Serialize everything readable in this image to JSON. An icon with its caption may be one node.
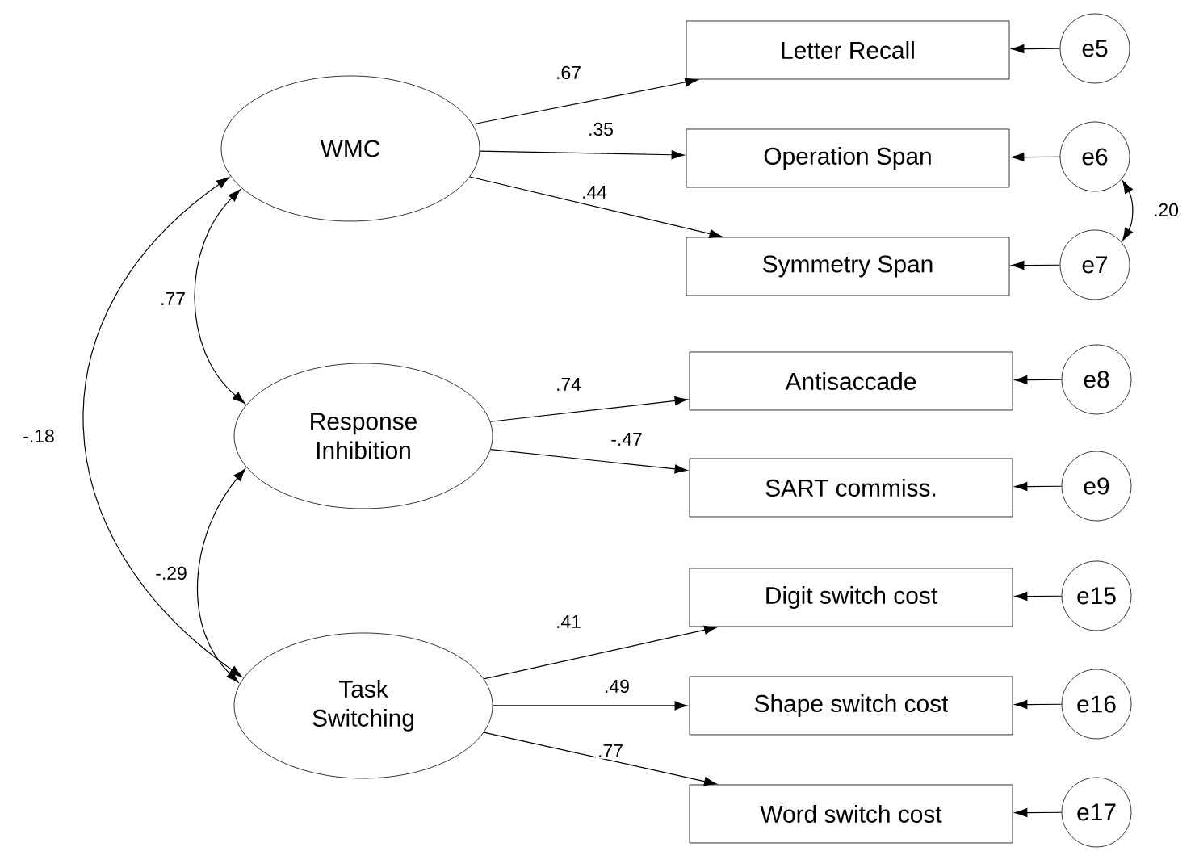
{
  "diagram": {
    "nodes": [
      {
        "text": [
          "WMC"
        ]
      },
      {
        "text": [
          "Response Inhibition"
        ]
      },
      {
        "text": [
          "Task Switching"
        ]
      },
      {
        "text": [
          "Letter Recall"
        ]
      },
      {
        "text": [
          "Operation Span"
        ]
      },
      {
        "text": [
          "Symmetry Span"
        ]
      },
      {
        "text": [
          "Antisaccade"
        ]
      },
      {
        "text": [
          "SART commiss."
        ]
      },
      {
        "text": [
          "Digit switch cost"
        ]
      },
      {
        "text": [
          "Shape switch cost"
        ]
      },
      {
        "text": [
          "Word switch cost"
        ]
      },
      {
        "text": [
          "e5"
        ]
      },
      {
        "text": [
          "e6"
        ]
      },
      {
        "text": [
          "e7"
        ]
      },
      {
        "text": [
          "e8"
        ]
      },
      {
        "text": [
          "e9"
        ]
      },
      {
        "text": [
          "e15"
        ]
      },
      {
        "text": [
          "e16"
        ]
      },
      {
        "text": [
          "e17"
        ]
      }
    ],
    "edges": [
      {
        "from": 0,
        "to": 3,
        "arrow": "to",
        "label": ".67"
      },
      {
        "from": 0,
        "to": 4,
        "arrow": "to",
        "label": ".35"
      },
      {
        "from": 0,
        "to": 5,
        "arrow": "to",
        "label": ".44"
      },
      {
        "from": 1,
        "to": 6,
        "arrow": "to",
        "label": ".74"
      },
      {
        "from": 1,
        "to": 7,
        "arrow": "to",
        "label": "-.47"
      },
      {
        "from": 2,
        "to": 8,
        "arrow": "to",
        "label": ".41"
      },
      {
        "from": 2,
        "to": 9,
        "arrow": "to",
        "label": ".49"
      },
      {
        "from": 2,
        "to": 10,
        "arrow": "to",
        "label": ".77"
      },
      {
        "from": 11,
        "to": 3,
        "arrow": "to"
      },
      {
        "from": 12,
        "to": 4,
        "arrow": "to"
      },
      {
        "from": 13,
        "to": 5,
        "arrow": "to"
      },
      {
        "from": 14,
        "to": 6,
        "arrow": "to"
      },
      {
        "from": 15,
        "to": 7,
        "arrow": "to"
      },
      {
        "from": 16,
        "to": 8,
        "arrow": "to"
      },
      {
        "from": 17,
        "to": 9,
        "arrow": "to"
      },
      {
        "from": 18,
        "to": 10,
        "arrow": "to"
      },
      {
        "from": 0,
        "to": 1,
        "arrow": "both",
        "label": ".77"
      },
      {
        "from": 0,
        "to": 2,
        "arrow": "both",
        "label": "-.18"
      },
      {
        "from": 1,
        "to": 2,
        "arrow": "both",
        "label": "-.29"
      },
      {
        "from": 12,
        "to": 13,
        "arrow": "both",
        "label": ".20"
      }
    ]
  }
}
